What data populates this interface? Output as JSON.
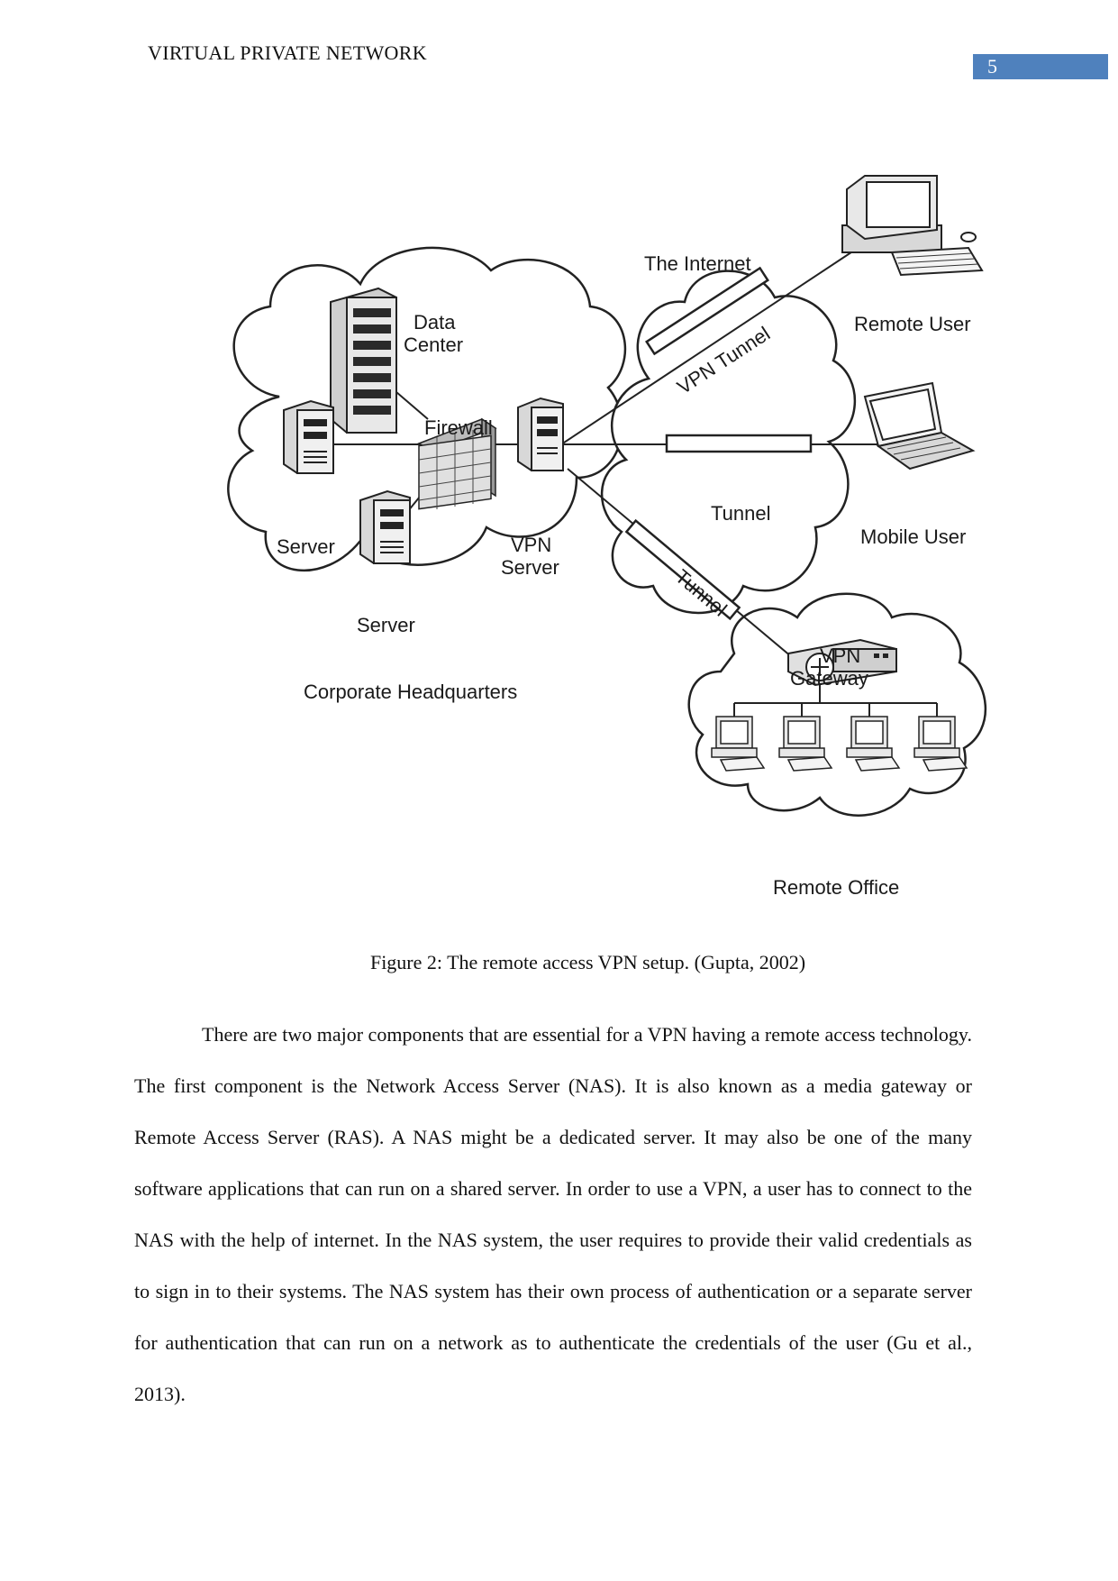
{
  "header": {
    "running_title": "VIRTUAL PRIVATE NETWORK",
    "page_number": "5",
    "accent_color": "#4f81bd"
  },
  "figure": {
    "labels": {
      "internet": "The Internet",
      "remote_user": "Remote User",
      "data_center_line1": "Data",
      "data_center_line2": "Center",
      "firewall": "Firewall",
      "vpn_tunnel": "VPN Tunnel",
      "server_left": "Server",
      "vpn_server_line1": "VPN",
      "vpn_server_line2": "Server",
      "tunnel_middle": "Tunnel",
      "mobile_user": "Mobile User",
      "server_bottom": "Server",
      "tunnel_lower": "Tunnel",
      "vpn_gateway_line1": "VPN",
      "vpn_gateway_line2": "Gateway",
      "corporate_hq": "Corporate Headquarters",
      "remote_office": "Remote Office"
    },
    "caption": "Figure 2: The remote access VPN setup. (Gupta, 2002)"
  },
  "body": {
    "paragraph": "There are two major components that are essential for a VPN having a remote access technology. The first component is the Network Access Server (NAS). It is also known as a media gateway or Remote Access Server (RAS). A NAS might be a dedicated server. It may also be one of the many software applications that can run on a shared server. In order to use a VPN, a user has to connect to the NAS with the help of internet. In the NAS system, the user requires to provide their valid credentials as to sign in to their systems. The NAS system has their own process of authentication or a separate server for authentication that can run on a network as to authenticate the credentials of the user (Gu et al., 2013)."
  }
}
